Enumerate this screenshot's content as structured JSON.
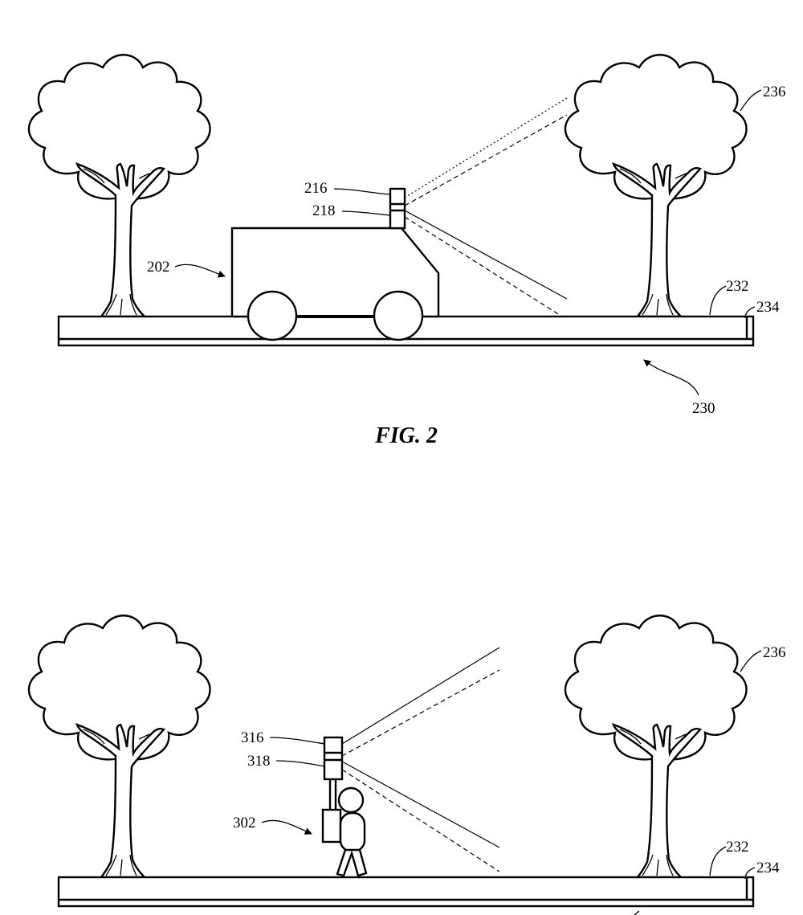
{
  "figure2": {
    "caption": "FIG. 2",
    "labels": {
      "vehicle": "202",
      "sensor_top": "216",
      "sensor_bottom": "218",
      "tree": "236",
      "road_surface": "232",
      "road_base": "234",
      "environment": "230"
    }
  },
  "figure3": {
    "labels": {
      "person": "302",
      "sensor_top": "316",
      "sensor_bottom": "318",
      "tree": "236",
      "road_surface": "232",
      "road_base": "234"
    }
  }
}
